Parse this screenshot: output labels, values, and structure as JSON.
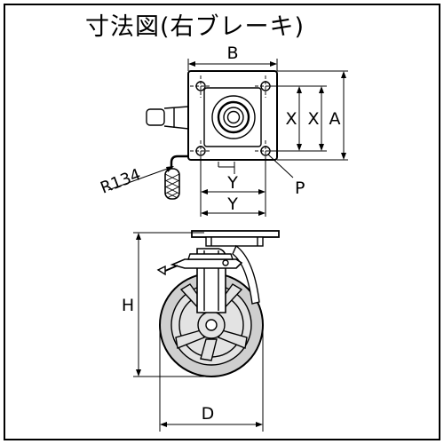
{
  "title": "寸法図(右ブレーキ)",
  "labels": {
    "B": "B",
    "X_inner": "X",
    "X_outer": "X",
    "A": "A",
    "R": "R134",
    "Y_inner": "Y",
    "Y_outer": "Y",
    "P": "P",
    "H": "H",
    "D": "D"
  },
  "colors": {
    "line": "#000000",
    "wheel_fill": "#e3e3e3",
    "tread_fill": "#cfcfcf"
  }
}
